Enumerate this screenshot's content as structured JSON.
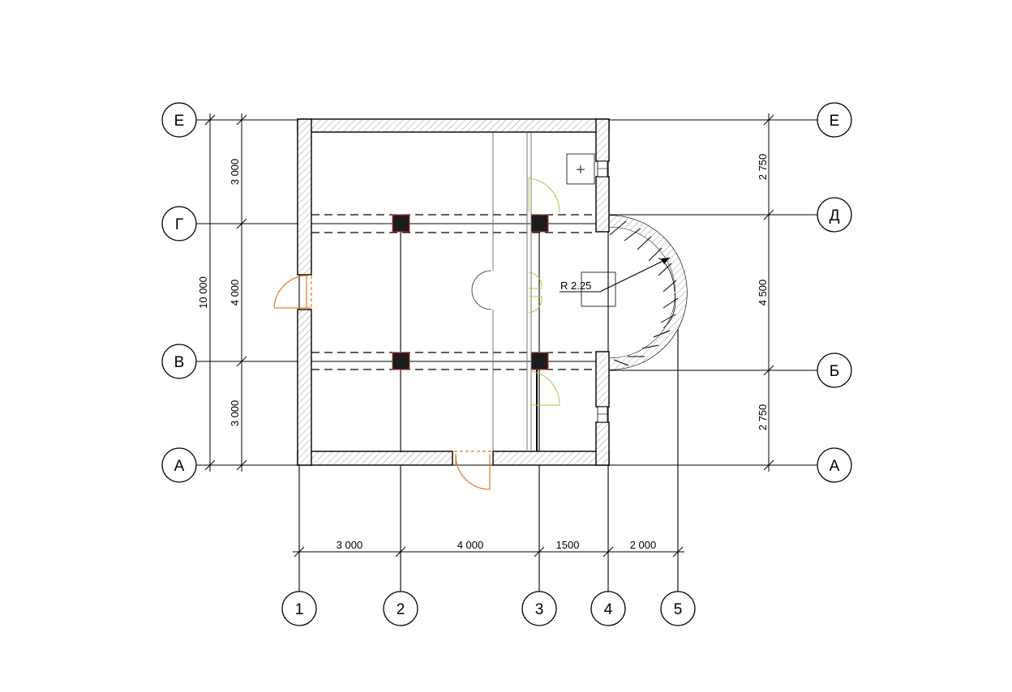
{
  "axes": {
    "left": [
      "Е",
      "Г",
      "В",
      "А"
    ],
    "right": [
      "Е",
      "Д",
      "Б",
      "А"
    ],
    "bottom": [
      "1",
      "2",
      "3",
      "4",
      "5"
    ]
  },
  "dimensions": {
    "left_total": "10 000",
    "left_segments": [
      "3 000",
      "4 000",
      "3 000"
    ],
    "right_segments": [
      "2 750",
      "4 500",
      "2 750"
    ],
    "bottom_segments": [
      "3 000",
      "4 000",
      "1500",
      "2 000"
    ]
  },
  "radius_label": "R 2.25",
  "symbols": {
    "plus": "+"
  }
}
